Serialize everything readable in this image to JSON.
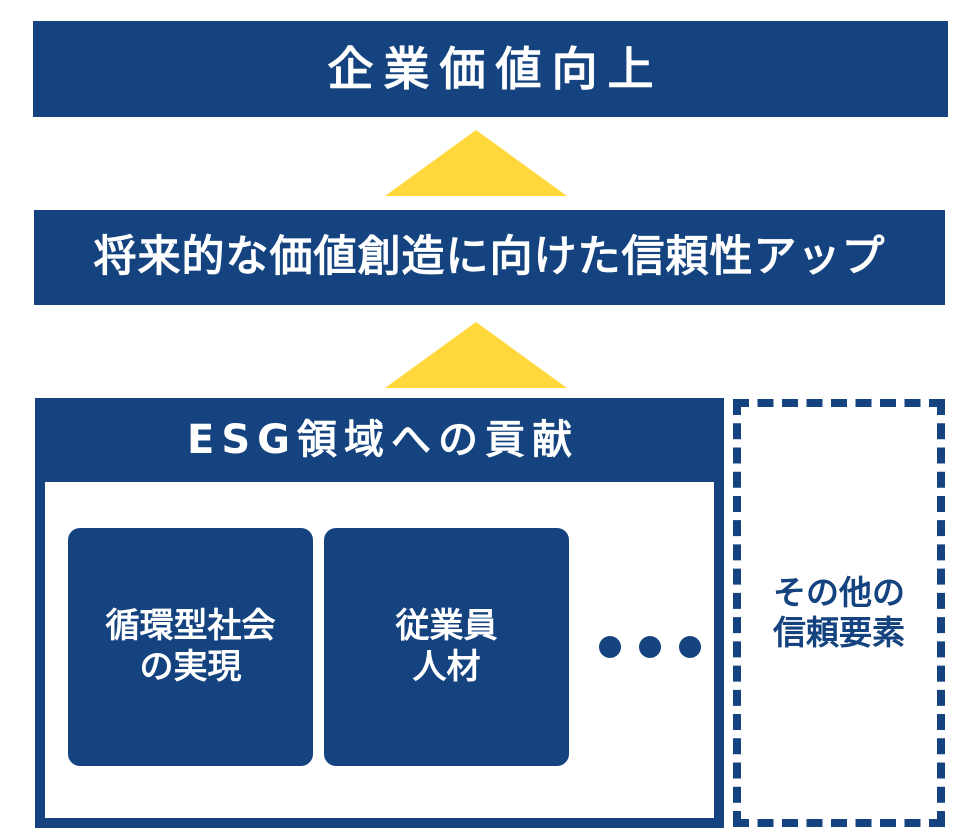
{
  "diagram": {
    "title_top": "企業価値向上",
    "title_mid": "将来的な価値創造に向けた信頼性アップ",
    "esg": {
      "header": "ESG領域への貢献",
      "cards": [
        {
          "line1": "循環型社会",
          "line2": "の実現"
        },
        {
          "line1": "従業員",
          "line2": "人材"
        }
      ],
      "ellipsis_dots": 3
    },
    "other": {
      "line1": "その他の",
      "line2": "信頼要素"
    },
    "arrows": [
      {
        "name": "arrow-esg-to-trust",
        "direction": "up"
      },
      {
        "name": "arrow-trust-to-value",
        "direction": "up"
      }
    ],
    "colors": {
      "brand_blue": "#14437F",
      "accent_yellow": "#FFD83B",
      "surface_white": "#FFFFFF"
    }
  }
}
